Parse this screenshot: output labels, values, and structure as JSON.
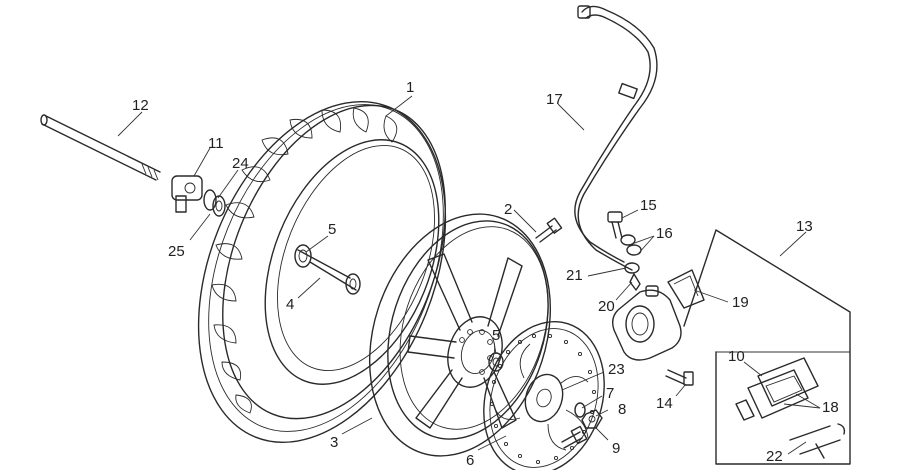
{
  "diagram": {
    "labels": {
      "p1": "1",
      "p2": "2",
      "p3": "3",
      "p4": "4",
      "p5a": "5",
      "p5b": "5",
      "p6": "6",
      "p7": "7",
      "p8": "8",
      "p9": "9",
      "p10": "10",
      "p11": "11",
      "p12": "12",
      "p13": "13",
      "p14": "14",
      "p15": "15",
      "p16": "16",
      "p17": "17",
      "p18": "18",
      "p19": "19",
      "p20": "20",
      "p21": "21",
      "p22": "22",
      "p23": "23",
      "p24": "24",
      "p25": "25"
    },
    "colors": {
      "line": "#2a2a2a",
      "background": "#ffffff"
    }
  }
}
